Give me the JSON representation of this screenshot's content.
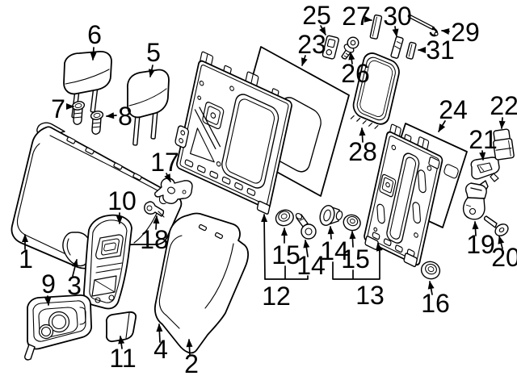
{
  "colors": {
    "background": "#ffffff",
    "line_art": "#000000"
  },
  "callouts": [
    {
      "label": "1"
    },
    {
      "label": "2"
    },
    {
      "label": "3"
    },
    {
      "label": "4"
    },
    {
      "label": "5"
    },
    {
      "label": "6"
    },
    {
      "label": "7"
    },
    {
      "label": "8"
    },
    {
      "label": "9"
    },
    {
      "label": "10"
    },
    {
      "label": "11"
    },
    {
      "label": "12"
    },
    {
      "label": "13"
    },
    {
      "label": "14"
    },
    {
      "label": "15"
    },
    {
      "label": "14"
    },
    {
      "label": "15"
    },
    {
      "label": "16"
    },
    {
      "label": "17"
    },
    {
      "label": "18"
    },
    {
      "label": "19"
    },
    {
      "label": "20"
    },
    {
      "label": "21"
    },
    {
      "label": "22"
    },
    {
      "label": "23"
    },
    {
      "label": "24"
    },
    {
      "label": "25"
    },
    {
      "label": "26"
    },
    {
      "label": "27"
    },
    {
      "label": "28"
    },
    {
      "label": "29"
    },
    {
      "label": "30"
    },
    {
      "label": "31"
    }
  ]
}
